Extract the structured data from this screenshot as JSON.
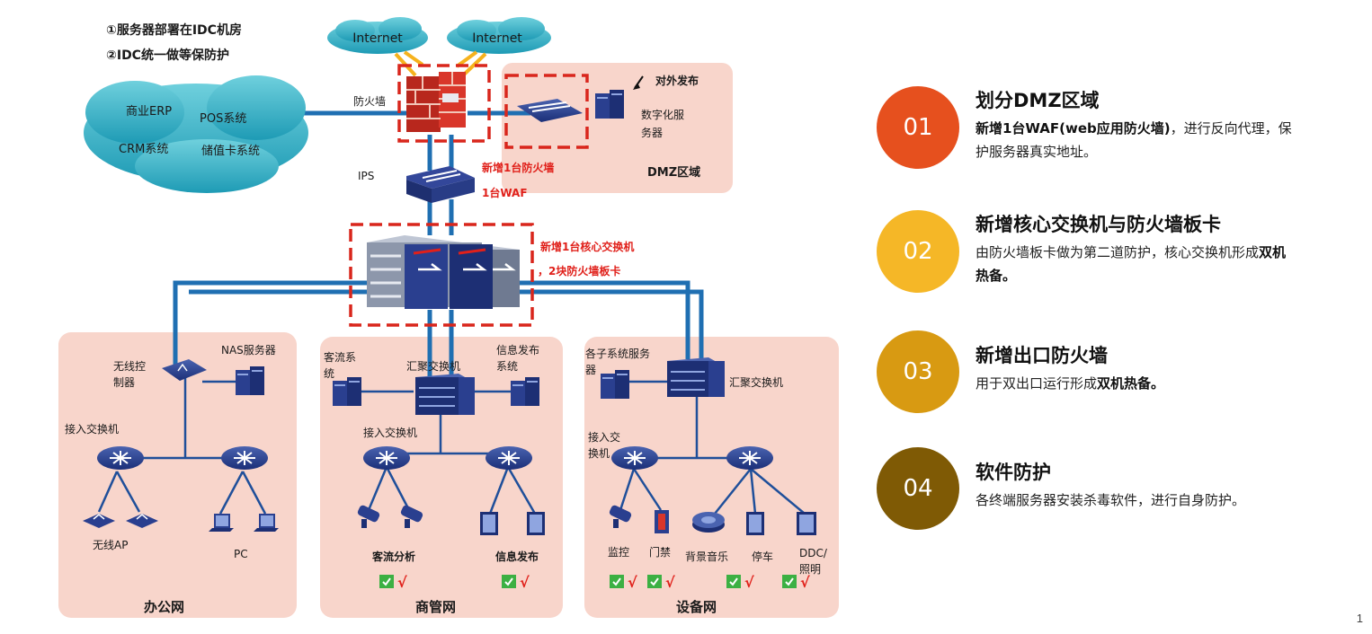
{
  "notes": [
    "①服务器部署在IDC机房",
    "②IDC统一做等保防护"
  ],
  "internet": [
    "Internet",
    "Internet"
  ],
  "cloud": {
    "erp": "商业ERP",
    "pos": "POS系统",
    "crm": "CRM系统",
    "card": "储值卡系统"
  },
  "labels": {
    "firewall": "防火墙",
    "ips": "IPS",
    "publish": "对外发布",
    "digital_server_1": "数字化服",
    "digital_server_2": "务器",
    "dmz_zone": "DMZ区域",
    "new_firewall": "新增1台防火墙",
    "new_waf": "1台WAF",
    "new_core_1": "新增1台核心交换机",
    "new_core_2": "，2块防火墙板卡"
  },
  "office": {
    "zone": "办公网",
    "wireless_ctrl_1": "无线控",
    "wireless_ctrl_2": "制器",
    "nas": "NAS服务器",
    "access_switch": "接入交换机",
    "ap": "无线AP",
    "pc": "PC"
  },
  "commerce": {
    "zone": "商管网",
    "traffic_sys_1": "客流系",
    "traffic_sys_2": "统",
    "agg_switch": "汇聚交换机",
    "info_sys_1": "信息发布",
    "info_sys_2": "系统",
    "access_switch": "接入交换机",
    "traffic_analysis": "客流分析",
    "info_publish": "信息发布"
  },
  "device": {
    "zone": "设备网",
    "sub_servers_1": "各子系统服务",
    "sub_servers_2": "器",
    "agg_switch": "汇聚交换机",
    "access_switch_1": "接入交",
    "access_switch_2": "换机",
    "monitor": "监控",
    "door": "门禁",
    "music": "背景音乐",
    "parking": "停车",
    "ddc_1": "DDC/",
    "ddc_2": "照明"
  },
  "check_mark": "√",
  "items": [
    {
      "num": "01",
      "color": "#e6501e",
      "title": "划分DMZ区域",
      "desc_bold": "新增1台WAF(web应用防火墙)",
      "desc": "，进行反向代理，保护服务器真实地址。",
      "desc_tail_bold": ""
    },
    {
      "num": "02",
      "color": "#f5b727",
      "title": "新增核心交换机与防火墙板卡",
      "desc_bold": "",
      "desc": "由防火墙板卡做为第二道防护，核心交换机形成",
      "desc_tail_bold": "双机热备。"
    },
    {
      "num": "03",
      "color": "#d89a12",
      "title": "新增出口防火墙",
      "desc_bold": "",
      "desc": "用于双出口运行形成",
      "desc_tail_bold": "双机热备。"
    },
    {
      "num": "04",
      "color": "#7f5a05",
      "title": "软件防护",
      "desc_bold": "",
      "desc": "各终端服务器安装杀毒软件，进行自身防护。",
      "desc_tail_bold": ""
    }
  ],
  "page_number": "1"
}
